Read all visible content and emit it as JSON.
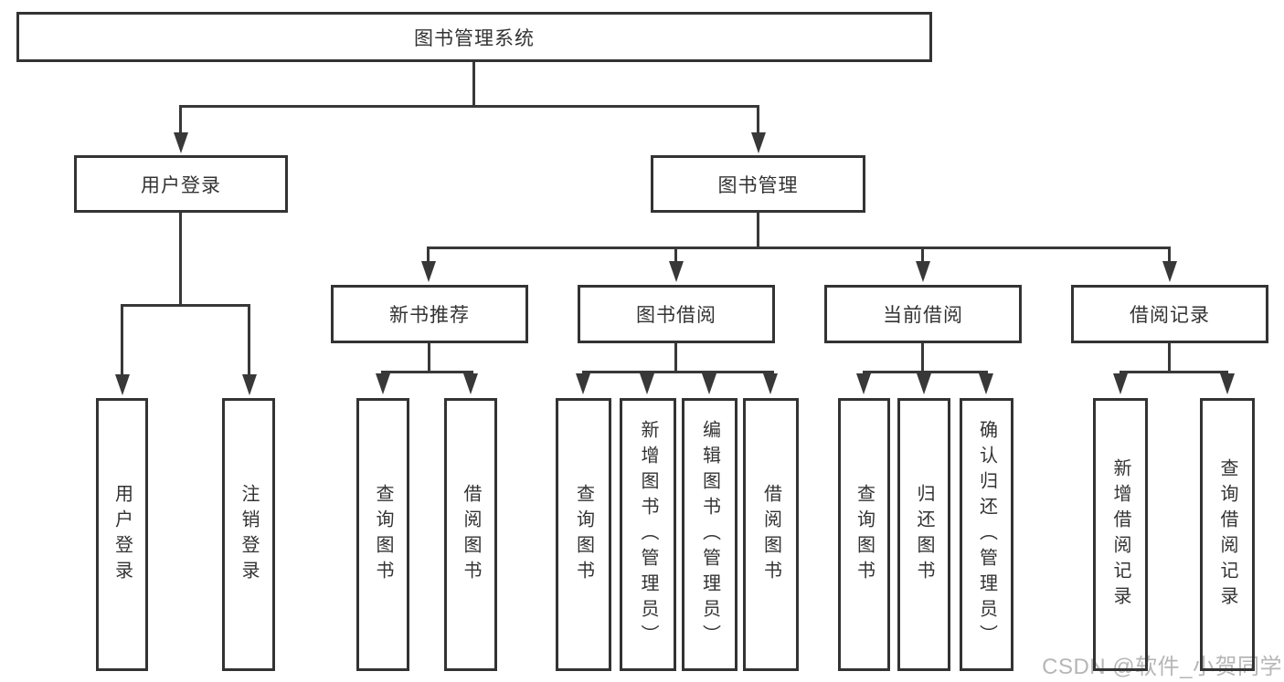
{
  "diagram": {
    "root": {
      "label": "图书管理系统"
    },
    "branches": [
      {
        "label": "用户登录",
        "leaves": [
          "用户登录",
          "注销登录"
        ]
      },
      {
        "label": "图书管理",
        "groups": [
          {
            "label": "新书推荐",
            "leaves": [
              "查询图书",
              "借阅图书"
            ]
          },
          {
            "label": "图书借阅",
            "leaves": [
              "查询图书",
              "新增图书（管理员）",
              "编辑图书（管理员）",
              "借阅图书"
            ]
          },
          {
            "label": "当前借阅",
            "leaves": [
              "查询图书",
              "归还图书",
              "确认归还（管理员）"
            ]
          },
          {
            "label": "借阅记录",
            "leaves": [
              "新增借阅记录",
              "查询借阅记录"
            ]
          }
        ]
      }
    ]
  },
  "watermark": "CSDN @软件_小贺同学",
  "colors": {
    "line": "#383838",
    "box_border": "#333333",
    "text": "#333333",
    "watermark": "#b6b6b6",
    "background": "#ffffff"
  }
}
